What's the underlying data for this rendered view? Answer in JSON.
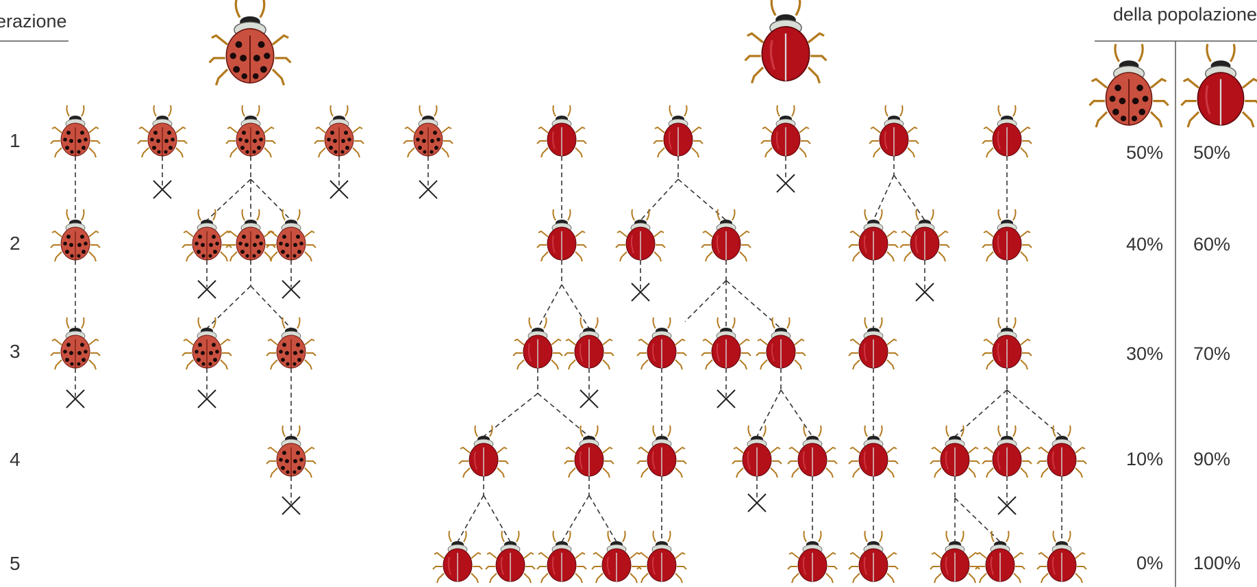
{
  "header": {
    "generation_label": "erazione",
    "population_label": "della popolazione"
  },
  "generations": [
    {
      "label": "1",
      "spotted": "50%",
      "plain": "50%"
    },
    {
      "label": "2",
      "spotted": "40%",
      "plain": "60%"
    },
    {
      "label": "3",
      "spotted": "30%",
      "plain": "70%"
    },
    {
      "label": "4",
      "spotted": "10%",
      "plain": "90%"
    },
    {
      "label": "5",
      "spotted": "0%",
      "plain": "100%"
    }
  ],
  "colors": {
    "spotted_body": "#c9503f",
    "plain_body": "#b3101a",
    "spots": "#1a0a0a",
    "head": "#d8ddd6",
    "legs": "#b37a1e",
    "lines": "#333333"
  },
  "icons": {
    "spotted": "spotted-ladybug-icon",
    "plain": "plain-ladybug-icon",
    "death": "cross-mark-icon"
  }
}
